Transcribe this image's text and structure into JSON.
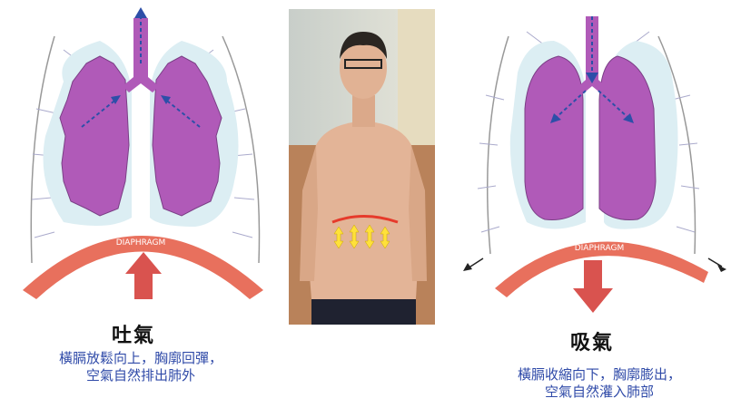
{
  "left": {
    "diaphragm_label": "DIAPHRAGM",
    "title": "吐氣",
    "desc_line1": "橫膈放鬆向上，胸廓回彈，",
    "desc_line2": "空氣自然排出肺外"
  },
  "right": {
    "diaphragm_label": "DIAPHRAGM",
    "title": "吸氣",
    "desc_line1": "橫膈收縮向下，胸廓膨出，",
    "desc_line2": "空氣自然灌入肺部"
  },
  "colors": {
    "lung": "#b05ab8",
    "lung_outline": "#7b3f86",
    "pleura": "#dceef3",
    "diaphragm": "#e8705d",
    "arrow": "#d9534f",
    "air_arrow": "#2d4fa8",
    "text_blue": "#2f4aa8"
  }
}
